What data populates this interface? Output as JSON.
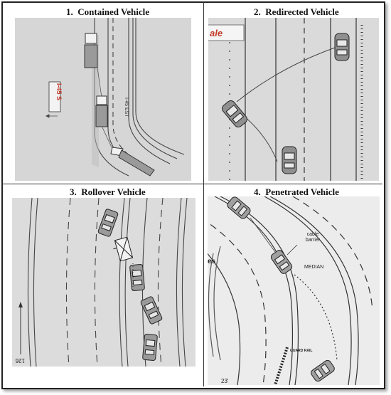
{
  "panels": [
    {
      "number": "1.",
      "title": "Contained Vehicle",
      "signs": {
        "route": "I-45 S",
        "road": "I-45 EST"
      }
    },
    {
      "number": "2.",
      "title": "Redirected Vehicle",
      "signs": {
        "corner": "ale"
      }
    },
    {
      "number": "3.",
      "title": "Rollover Vehicle",
      "signs": {
        "corner": "126"
      }
    },
    {
      "number": "4.",
      "title": "Penetrated Vehicle",
      "labels": {
        "cable_barrier": "cable barrier",
        "median": "MEDIAN",
        "guard_rail": "GUARD RAIL",
        "bottom": "23'",
        "left_edge": "es"
      }
    }
  ],
  "colors": {
    "border": "#222222",
    "road_gray": "#d6d6d6",
    "sign_red": "#c23a2a"
  }
}
